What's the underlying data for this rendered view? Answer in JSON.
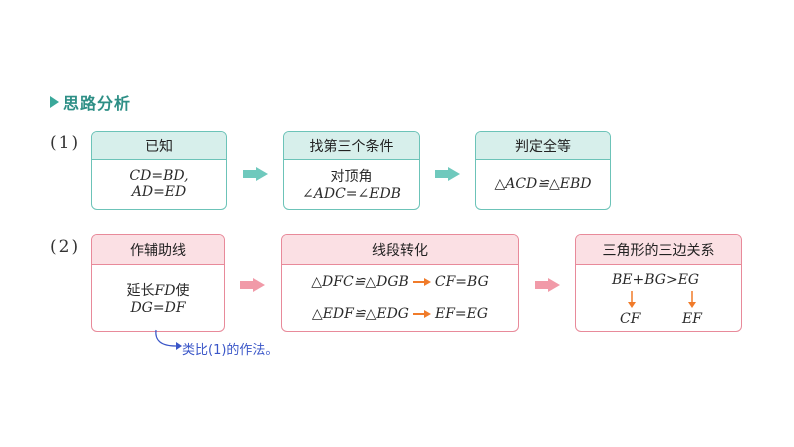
{
  "section": {
    "title": "思路分析"
  },
  "part1": {
    "number": "(1)",
    "box1": {
      "header": "已知",
      "line1": "CD=BD,",
      "line2": "AD=ED"
    },
    "box2": {
      "header": "找第三个条件",
      "line1": "对顶角",
      "line2": "∠ADC=∠EDB"
    },
    "box3": {
      "header": "判定全等",
      "line1": "△ACD≌△EBD"
    }
  },
  "part2": {
    "number": "(2)",
    "box1": {
      "header": "作辅助线",
      "line1_cn": "延长",
      "line1_math": "FD",
      "line1_cn2": "使",
      "line2": "DG=DF"
    },
    "box2": {
      "header": "线段转化",
      "row1_congruence": "△DFC≌△DGB",
      "row1_result": "CF=BG",
      "row2_congruence": "△EDF≌△EDG",
      "row2_result": "EF=EG"
    },
    "box3": {
      "header": "三角形的三边关系",
      "inequality": "BE+BG>EG",
      "sub1": "CF",
      "sub2": "EF"
    },
    "note": "类比(1)的作法。"
  },
  "colors": {
    "teal_border": "#6cc3b8",
    "teal_fill": "#d7efeb",
    "pink_border": "#e88a9a",
    "pink_fill": "#fbe0e4",
    "orange_arrow": "#f07b2a",
    "note_blue": "#3a56c8"
  }
}
